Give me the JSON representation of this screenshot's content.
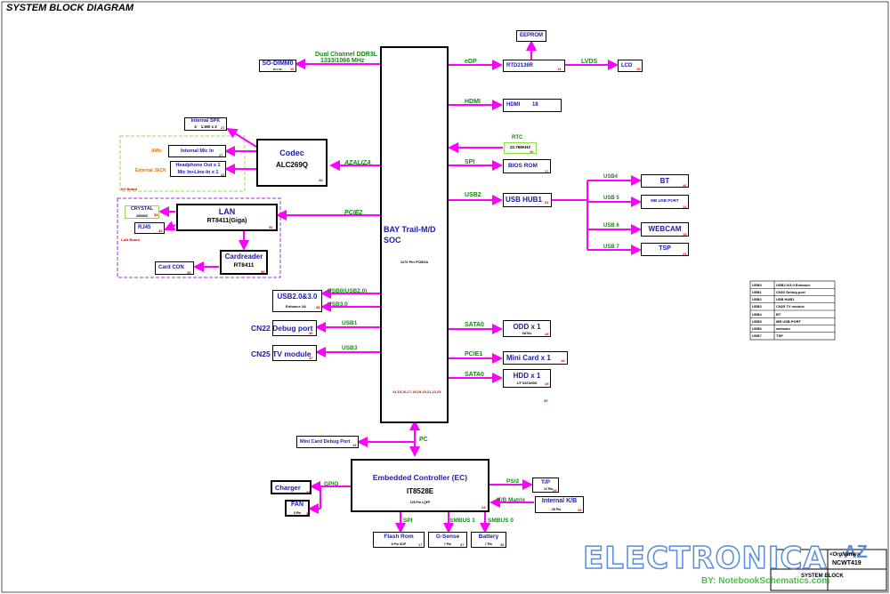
{
  "title": "SYSTEM BLOCK DIAGRAM",
  "colors": {
    "bus": "#ff00ff",
    "text": "#1a1aa8",
    "signal": "#138a13",
    "accent": "#e07000",
    "pin": "#cc0000",
    "frame": "#9b30e0",
    "frame2": "#8ee04a"
  },
  "soc": {
    "name": "BAY Trail-M/D",
    "name2": "SOC",
    "package": "1170 Pin FCBGA",
    "pins": "14,15,16,17,18,19,20,21,22,23"
  },
  "memory": {
    "bus": "Dual Channel DDR3L",
    "speed": "1333/1066 MHz",
    "slot": "SO-DIMM0",
    "slot_sub": "204 Pin",
    "pin": "10"
  },
  "codec": {
    "name": "Codec",
    "part": "ALC269Q",
    "bus": "AZALIZA",
    "pin": "28"
  },
  "audio": {
    "spk": "Internal SPK",
    "spk_sub": "4    1.5W x 2",
    "spk_pin": "27",
    "mic": "Internal Mic In",
    "mic_pin": "27",
    "jack1": "Headphone Out x 1",
    "jack2": "Mic In+Line-In x 1",
    "jack_pin": "32",
    "amic": "AMic",
    "ext_jack": "External JACK",
    "io_board": "I/O Board"
  },
  "lan": {
    "name": "LAN",
    "part": "RT8411(Giga)",
    "bus": "PCIE2",
    "crystal": "CRYSTAL",
    "crystal_sub": "25MHZ",
    "crystal_pin": "34",
    "rj45": "RJ45",
    "rj45_pin": "33",
    "lan_board": "LAN Board",
    "pin": "30"
  },
  "card": {
    "name": "Cardreader",
    "part": "RT8411",
    "con": "Card CON",
    "pin": "36",
    "con_pin": "35"
  },
  "usb_left": {
    "conn": "USB2.0&3.0",
    "conn_sub": "Enhance 2A",
    "conn_pin": "38",
    "bus0": "USB0(USB2.0)",
    "bus30": "USB3.0",
    "debug": "CN22 Debug port",
    "debug_pin": "46",
    "bus1": "USB1",
    "tv": "CN25 TV module",
    "tv_pin": "47",
    "bus3": "USB3"
  },
  "display": {
    "edp": "eDP",
    "bridge": "RTD2136R",
    "bridge_pin": "14",
    "eeprom": "EEPROM",
    "lvds": "LVDS",
    "lcd": "LCD",
    "lcd_pin": "15",
    "hdmi_bus": "HDMI",
    "hdmi": "HDMI",
    "hdmi_pin": "18"
  },
  "rtc": {
    "label": "RTC",
    "box": "32.768KHZ",
    "pin": "16"
  },
  "bios": {
    "bus": "SPI",
    "name": "BIOS ROM",
    "pin": "17"
  },
  "hub": {
    "bus": "USB2",
    "name": "USB HUB1",
    "pin": "31",
    "ports": [
      {
        "bus": "USB4",
        "name": "BT",
        "pin": "26"
      },
      {
        "bus": "USB 5",
        "name": "MB USB PORT",
        "pin": "14"
      },
      {
        "bus": "USB 6",
        "name": "WEBCAM",
        "pin": "15"
      },
      {
        "bus": "USB 7",
        "name": "TSP",
        "pin": "21"
      }
    ]
  },
  "storage": {
    "sata0": "SATA0",
    "odd": "ODD x 1",
    "odd_sub": "SATA1",
    "odd_pin": "19",
    "pcie1": "PCIE1",
    "mini": "Mini Card x 1",
    "mini_pin": "18",
    "sata0b": "SATA0",
    "hdd": "HDD x 1",
    "hdd_sub": "2.5\"SATAHDD",
    "hdd_pin": "19",
    "note": "39"
  },
  "ec": {
    "name": "Embedded Controller (EC)",
    "part": "IT8528E",
    "package": "128 Pin LQFP",
    "pin": "24",
    "pc": "PC",
    "debug": "Mini Card Debug Port",
    "debug_pin": "18",
    "gpio": "GPIO",
    "charger": "Charger",
    "charger_pin": "39",
    "fan": "FAN",
    "fan_sub": "3 Pin",
    "fan_pin": "30",
    "ps2": "PS/2",
    "tp": "T/P",
    "tp_sub": "12 Pin",
    "tp_pin": "29",
    "kb_bus": "K/B Matrix",
    "kb": "Internal K/B",
    "kb_sub": "28 Pin",
    "kb_pin": "29",
    "spi": "SPI",
    "flash": "Flash Rom",
    "flash_sub": "8 Pin SOP",
    "flash_pin": "17",
    "smbus1": "SMBUS 1",
    "gsense": "G-Sense",
    "gsense_sub": "7 Pin",
    "gsense_pin": "37",
    "smbus0": "SMBUS 0",
    "battery": "Battery",
    "battery_sub": "7 Pin",
    "battery_pin": "38"
  },
  "legend": [
    {
      "k": "USB0",
      "v": "USB2.0/3.0 Enhance"
    },
    {
      "k": "USB1",
      "v": "CN22 Debug port"
    },
    {
      "k": "USB2",
      "v": "USB HUB1"
    },
    {
      "k": "USB3",
      "v": "CN25 TV module"
    },
    {
      "k": "USB4",
      "v": "BT"
    },
    {
      "k": "USB5",
      "v": "MB USB PORT"
    },
    {
      "k": "USB6",
      "v": "webcam"
    },
    {
      "k": "USB7",
      "v": "TSP"
    }
  ],
  "title_block": {
    "org": "<OrgName>",
    "project": "NCWT419",
    "sheet": "SYSTEM BLOCK"
  },
  "watermark": {
    "brand": "ELECTRONICA",
    "brand2": "AZ",
    "by": "BY: NotebookSchematics.com"
  }
}
